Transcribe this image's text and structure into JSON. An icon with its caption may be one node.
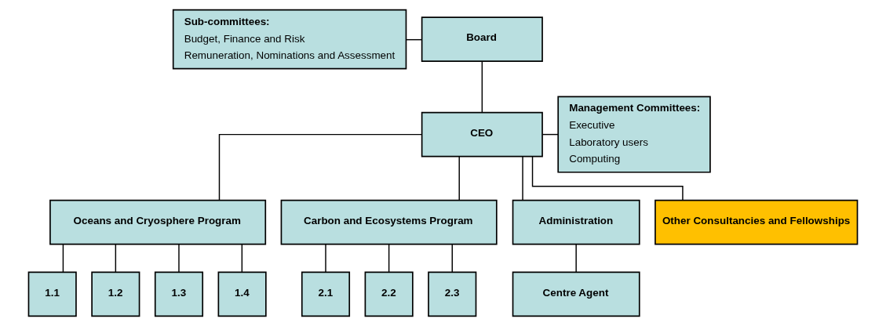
{
  "diagram": {
    "nodes": [
      {
        "text": [
          "Sub-committees:",
          "Budget, Finance and Risk",
          "Remuneration, Nominations and Assessment"
        ]
      },
      {
        "text": [
          "Board"
        ]
      },
      {
        "text": [
          "CEO"
        ]
      },
      {
        "text": [
          "Management Committees:",
          "Executive",
          "Laboratory users",
          "Computing"
        ]
      },
      {
        "text": [
          "Oceans and Cryosphere Program"
        ]
      },
      {
        "text": [
          "Carbon and Ecosystems Program"
        ]
      },
      {
        "text": [
          "Administration"
        ]
      },
      {
        "text": [
          "Other Consultancies and Fellowships"
        ]
      },
      {
        "text": [
          "1.1"
        ]
      },
      {
        "text": [
          "1.2"
        ]
      },
      {
        "text": [
          "1.3"
        ]
      },
      {
        "text": [
          "1.4"
        ]
      },
      {
        "text": [
          "2.1"
        ]
      },
      {
        "text": [
          "2.2"
        ]
      },
      {
        "text": [
          "2.3"
        ]
      },
      {
        "text": [
          "Centre Agent"
        ]
      }
    ],
    "edges": [
      {
        "from": 0,
        "to": 1,
        "arrow": "none"
      },
      {
        "from": 1,
        "to": 2,
        "arrow": "none"
      },
      {
        "from": 2,
        "to": 3,
        "arrow": "none"
      },
      {
        "from": 2,
        "to": 4,
        "arrow": "none"
      },
      {
        "from": 2,
        "to": 5,
        "arrow": "none"
      },
      {
        "from": 2,
        "to": 6,
        "arrow": "none"
      },
      {
        "from": 2,
        "to": 7,
        "arrow": "none"
      },
      {
        "from": 4,
        "to": 8,
        "arrow": "none"
      },
      {
        "from": 4,
        "to": 9,
        "arrow": "none"
      },
      {
        "from": 4,
        "to": 10,
        "arrow": "none"
      },
      {
        "from": 4,
        "to": 11,
        "arrow": "none"
      },
      {
        "from": 5,
        "to": 12,
        "arrow": "none"
      },
      {
        "from": 5,
        "to": 13,
        "arrow": "none"
      },
      {
        "from": 5,
        "to": 14,
        "arrow": "none"
      },
      {
        "from": 6,
        "to": 15,
        "arrow": "none"
      }
    ]
  }
}
